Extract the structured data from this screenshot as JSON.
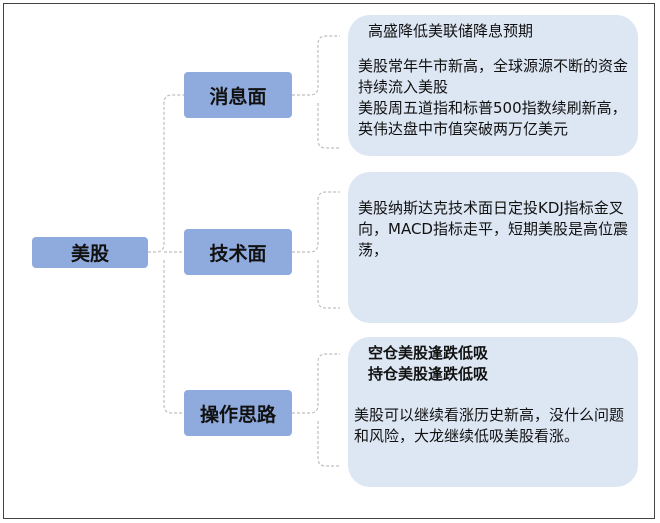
{
  "root": {
    "label": "美股"
  },
  "branches": [
    {
      "label": "消息面",
      "content": {
        "lines": [
          "高盛降低美联储降息预期",
          "",
          "美股常年牛市新高，全球源源不断的资金持续流入美股",
          "美股周五道指和标普500指数续刷新高，英伟达盘中市值突破两万亿美元"
        ]
      }
    },
    {
      "label": "技术面",
      "content": {
        "lines": [
          "美股纳斯达克技术面日定投KDJ指标金叉向，MACD指标走平，短期美股是高位震荡，"
        ]
      }
    },
    {
      "label": "操作思路",
      "content": {
        "bold_lines": [
          "空仓美股逢跌低吸",
          "持仓美股逢跌低吸"
        ],
        "lines": [
          "美股可以继续看涨历史新高，没什么问题和风险，大龙继续低吸美股看涨。"
        ]
      }
    }
  ],
  "colors": {
    "node": "#8faadc",
    "box": "#dde7f4",
    "connector": "#bfbfbf"
  }
}
